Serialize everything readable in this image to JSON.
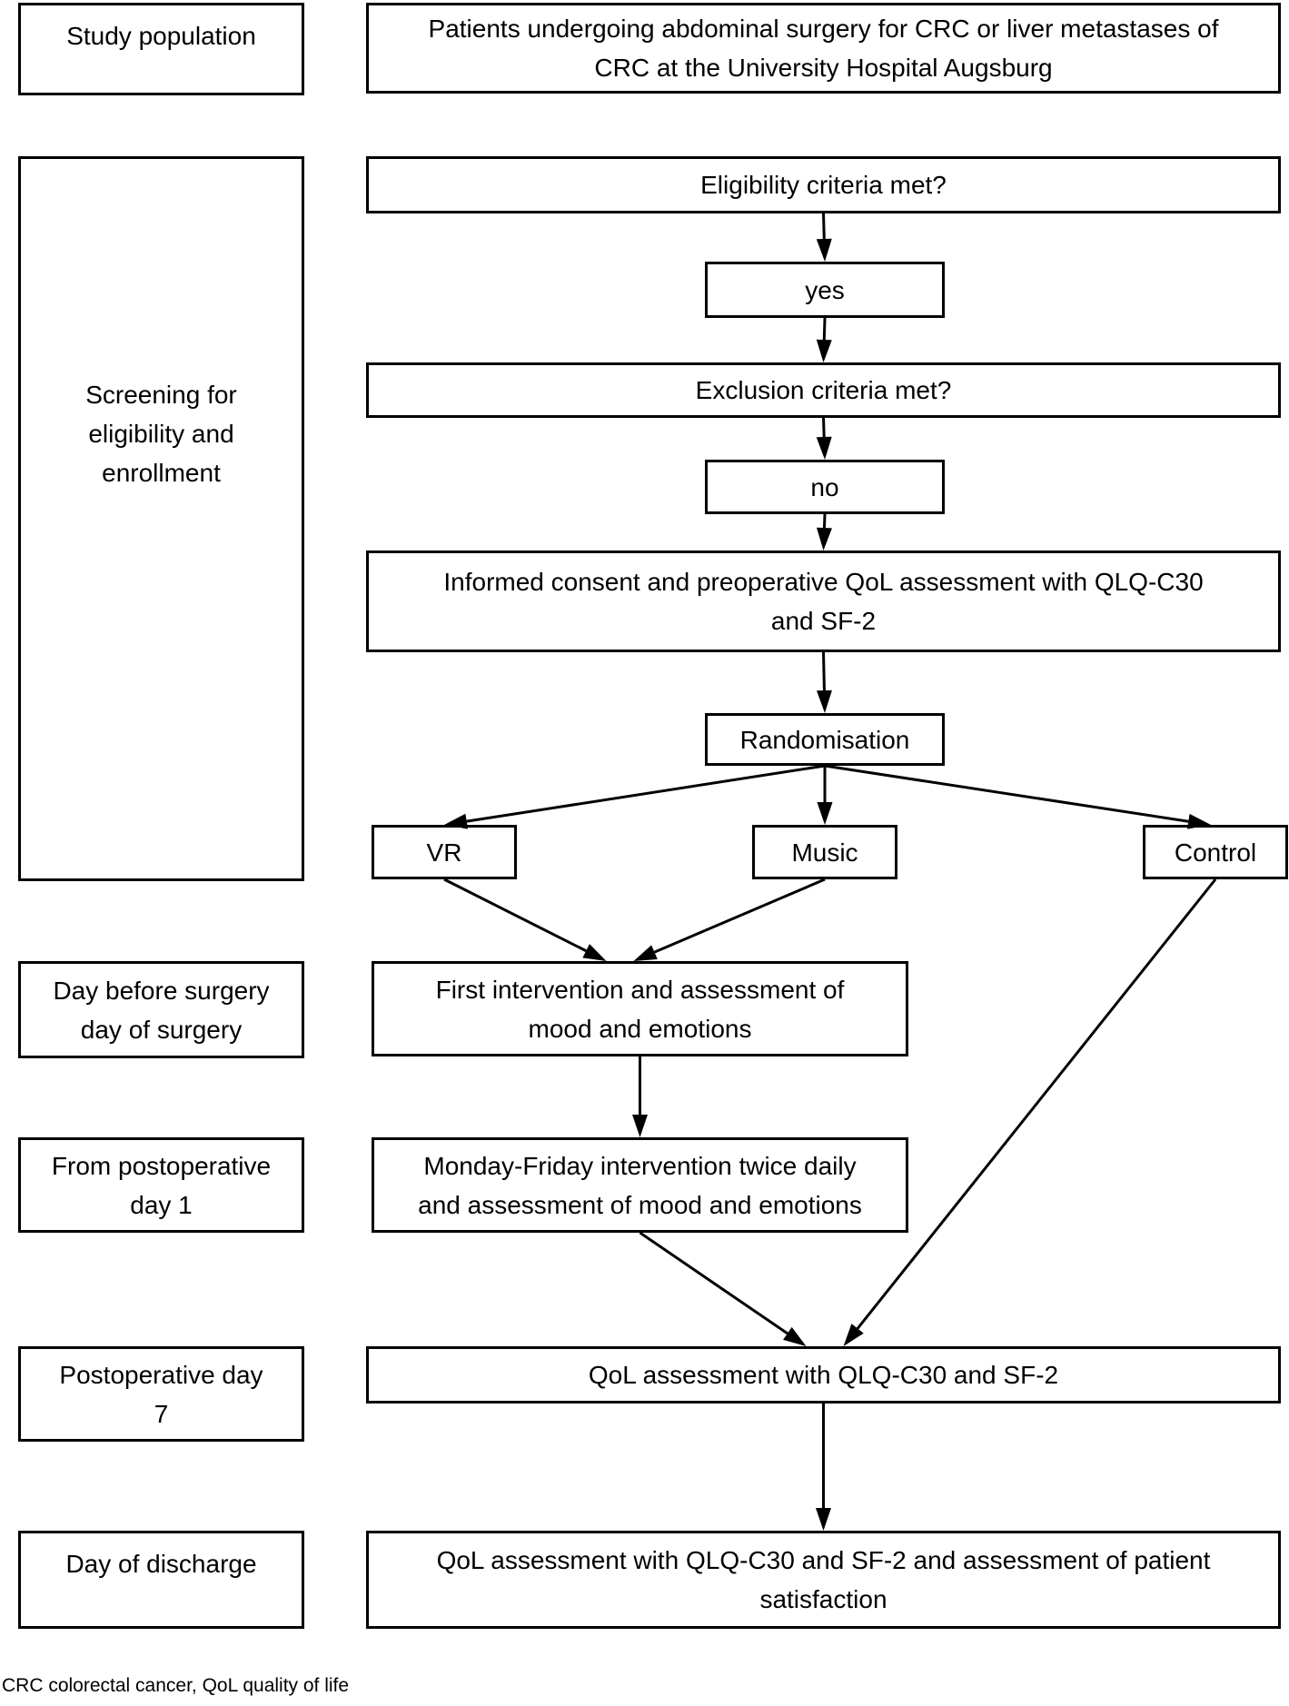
{
  "diagram": {
    "title_hint": "Study flow chart",
    "colors": {
      "background": "#ffffff",
      "box_fill": "#ffffff",
      "box_border": "#000000",
      "text": "#000000",
      "arrow": "#000000"
    },
    "boxes": {
      "study_population": {
        "lines": [
          "Study population"
        ]
      },
      "screening": {
        "lines": [
          "Screening for",
          "eligibility and",
          "enrollment"
        ]
      },
      "day_before_surgery": {
        "lines": [
          "Day before surgery",
          "day of surgery"
        ]
      },
      "from_postop_day1": {
        "lines": [
          "From postoperative",
          "day 1"
        ]
      },
      "postop_day7": {
        "lines": [
          "Postoperative day",
          "7"
        ]
      },
      "day_of_discharge": {
        "lines": [
          "Day of discharge"
        ]
      },
      "patients": {
        "lines": [
          "Patients undergoing abdominal surgery for CRC or liver metastases of",
          "CRC at the University Hospital Augsburg"
        ]
      },
      "eligibility": {
        "lines": [
          "Eligibility criteria met?"
        ]
      },
      "yes": {
        "lines": [
          "yes"
        ]
      },
      "exclusion": {
        "lines": [
          "Exclusion criteria met?"
        ]
      },
      "no": {
        "lines": [
          "no"
        ]
      },
      "informed_consent": {
        "lines": [
          "Informed consent and preoperative QoL assessment with QLQ-C30",
          "and SF-2"
        ]
      },
      "randomisation": {
        "lines": [
          "Randomisation"
        ]
      },
      "vr": {
        "lines": [
          "VR"
        ]
      },
      "music": {
        "lines": [
          "Music"
        ]
      },
      "control": {
        "lines": [
          "Control"
        ]
      },
      "first_intervention": {
        "lines": [
          "First intervention and assessment of",
          "mood and emotions"
        ]
      },
      "monday_friday": {
        "lines": [
          "Monday-Friday intervention twice daily",
          "and assessment of mood and emotions"
        ]
      },
      "qol_day7": {
        "lines": [
          "QoL assessment with QLQ-C30 and SF-2"
        ]
      },
      "qol_discharge": {
        "lines": [
          "QoL assessment with QLQ-C30 and SF-2 and assessment of patient",
          "satisfaction"
        ]
      }
    },
    "edges": [
      {
        "from": "eligibility",
        "to": "yes",
        "tdx": 0
      },
      {
        "from": "yes",
        "to": "exclusion",
        "tdx": 0
      },
      {
        "from": "exclusion",
        "to": "no",
        "tdx": 0
      },
      {
        "from": "no",
        "to": "informed_consent",
        "tdx": 0
      },
      {
        "from": "informed_consent",
        "to": "randomisation",
        "tdx": 0
      },
      {
        "from": "randomisation",
        "to": "vr",
        "tdx": 0
      },
      {
        "from": "randomisation",
        "to": "music",
        "tdx": 0
      },
      {
        "from": "randomisation",
        "to": "control",
        "tdx": -5
      },
      {
        "from": "vr",
        "to": "first_intervention",
        "tdx": -37
      },
      {
        "from": "music",
        "to": "first_intervention",
        "tdx": -7
      },
      {
        "from": "first_intervention",
        "to": "monday_friday",
        "tdx": 0
      },
      {
        "from": "monday_friday",
        "to": "qol_day7",
        "tdx": -19
      },
      {
        "from": "control",
        "to": "qol_day7",
        "tdx": 22
      },
      {
        "from": "qol_day7",
        "to": "qol_discharge",
        "tdx": 0
      }
    ],
    "footer": "CRC colorectal cancer, QoL quality of life"
  }
}
